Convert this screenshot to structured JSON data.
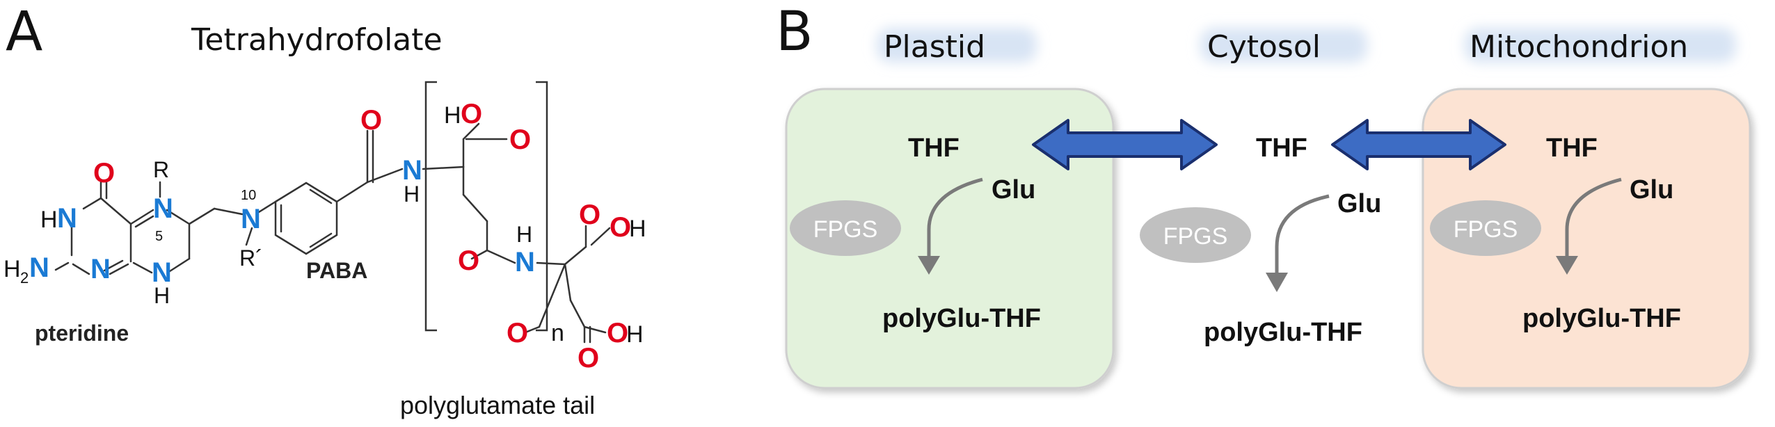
{
  "panel_a": {
    "letter": "A",
    "title": "Tetrahydrofolate",
    "atoms": {
      "o_ring": "O",
      "hn": "HN",
      "h2n_h": "H",
      "h2n_sub": "2",
      "h2n_n": "N",
      "n_ring_lower": "N",
      "n5": "N",
      "n5_num": "5",
      "r": "R",
      "nh_bottom_n": "N",
      "nh_bottom_h": "H",
      "n10": "N",
      "n10_num": "10",
      "r_prime": "R´",
      "o_amide1": "O",
      "n_amide1": "N",
      "h_amide1": "H",
      "ho_top": "HO",
      "o_top": "O",
      "o_amide2": "O",
      "h_amide2": "H",
      "n_amide2": "N",
      "o_acid2": "O",
      "oh_acid2_o": "O",
      "oh_acid2_h": "H",
      "o_link": "O",
      "n_sub": "n",
      "o_acid3": "O",
      "oh_acid3_o": "O",
      "oh_acid3_h": "H"
    },
    "labels": {
      "pteridine": "pteridine",
      "paba": "PABA",
      "tail": "polyglutamate tail"
    },
    "colors": {
      "oxygen": "#e0001b",
      "nitrogen": "#1a7ad4",
      "bond": "#333333"
    }
  },
  "panel_b": {
    "letter": "B",
    "compartments": [
      {
        "name": "Plastid",
        "fill": "#e3f2dc"
      },
      {
        "name": "Cytosol",
        "fill": "none"
      },
      {
        "name": "Mitochondrion",
        "fill": "#fce3d3"
      }
    ],
    "thf": "THF",
    "glu": "Glu",
    "enzyme": "FPGS",
    "product": "polyGlu-THF",
    "colors": {
      "arrow_fill": "#3d6cc4",
      "arrow_stroke": "#1a2f6e",
      "enzyme_fill": "#c0c0c0",
      "flow_arrow": "#7a7a7a"
    }
  }
}
